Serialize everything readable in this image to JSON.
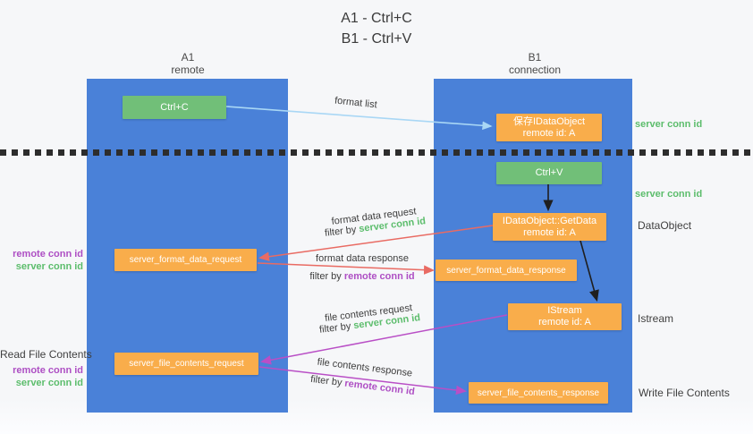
{
  "title": {
    "line1": "A1 - Ctrl+C",
    "line2": "B1 - Ctrl+V"
  },
  "columns": {
    "left": {
      "id": "A1",
      "role": "remote"
    },
    "right": {
      "id": "B1",
      "role": "connection"
    }
  },
  "nodes": {
    "ctrl_c": {
      "label": "Ctrl+C"
    },
    "save_dataobject": {
      "line1": "保存IDataObject",
      "line2": "remote id: A"
    },
    "ctrl_v": {
      "label": "Ctrl+V"
    },
    "getdata": {
      "line1": "IDataObject::GetData",
      "line2": "remote id: A"
    },
    "format_request": {
      "label": "server_format_data_request"
    },
    "format_response": {
      "label": "server_format_data_response"
    },
    "istream": {
      "line1": "IStream",
      "line2": "remote id: A"
    },
    "file_request": {
      "label": "server_file_contents_request"
    },
    "file_response": {
      "label": "server_file_contents_response"
    }
  },
  "edge_labels": {
    "format_list": "format list",
    "format_data_request": "format data request",
    "format_data_response": "format data response",
    "file_contents_request": "file contents request",
    "file_contents_response": "file contents response",
    "filter_by": "filter by",
    "server_conn_id": "server conn id",
    "remote_conn_id": "remote conn id"
  },
  "side_labels": {
    "right_server_conn_id_top": "server conn id",
    "right_server_conn_id_mid": "server conn id",
    "right_dataobject": "DataObject",
    "right_istream": "Istream",
    "right_write_file_contents": "Write File Contents",
    "left_remote_conn_id_top": "remote conn id",
    "left_server_conn_id_top": "server conn id",
    "left_read_file_contents": "Read File Contents",
    "left_remote_conn_id_bottom": "remote conn id",
    "left_server_conn_id_bottom": "server conn id"
  },
  "colors": {
    "column_blue": "#4a81d8",
    "node_orange": "#f9ad4b",
    "node_green": "#71bf78",
    "arrow_red": "#e96b63",
    "arrow_purple": "#b94fc6",
    "arrow_blue": "#a9d7f5",
    "arrow_black": "#1f1f1f",
    "text_green": "#5cbd6c",
    "text_purple": "#ae4fc4",
    "text_dark": "#3f3f3f",
    "background": "#f7f8fa"
  }
}
